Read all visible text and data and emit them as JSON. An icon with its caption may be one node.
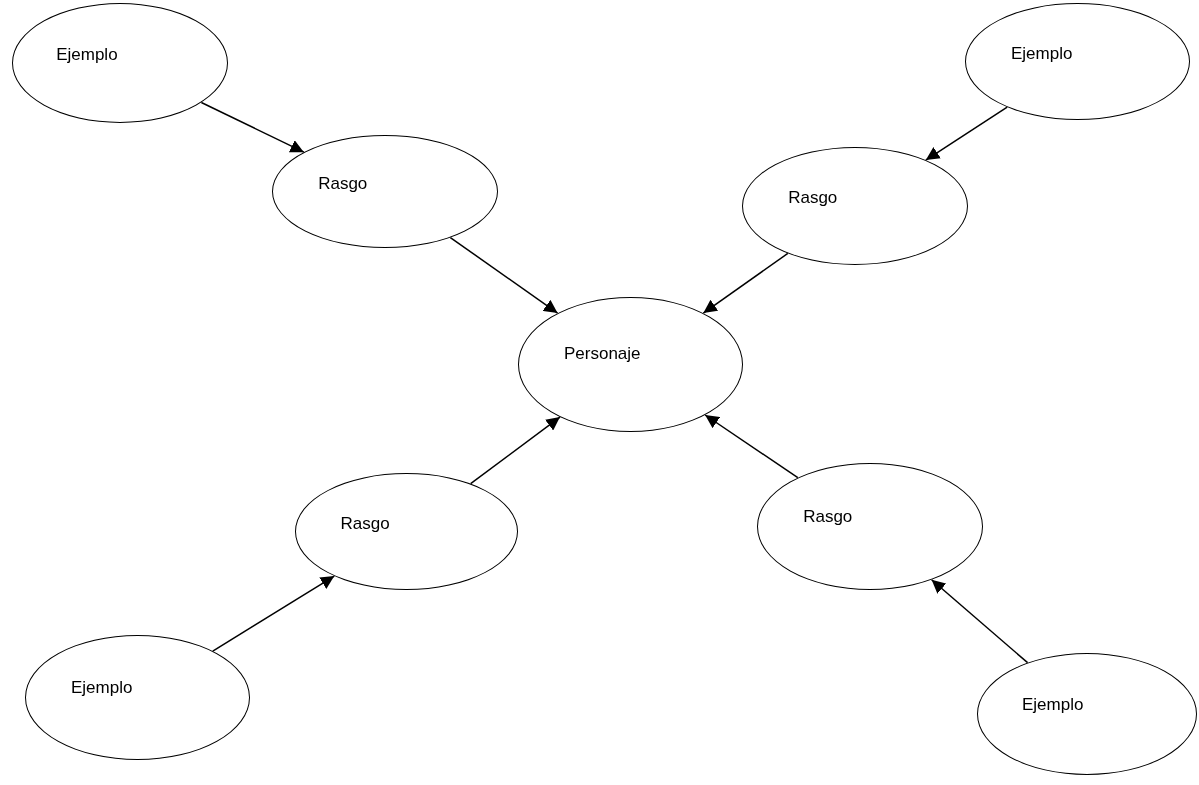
{
  "diagram": {
    "nodes": [
      {
        "text": [
          "Ejemplo"
        ]
      },
      {
        "text": [
          "Ejemplo"
        ]
      },
      {
        "text": [
          "Rasgo"
        ]
      },
      {
        "text": [
          "Rasgo"
        ]
      },
      {
        "text": [
          "Personaje"
        ]
      },
      {
        "text": [
          "Rasgo"
        ]
      },
      {
        "text": [
          "Rasgo"
        ]
      },
      {
        "text": [
          "Ejemplo"
        ]
      },
      {
        "text": [
          "Ejemplo"
        ]
      }
    ],
    "edges": [
      {
        "from": 0,
        "to": 2,
        "arrow": "to"
      },
      {
        "from": 1,
        "to": 3,
        "arrow": "to"
      },
      {
        "from": 2,
        "to": 4,
        "arrow": "to"
      },
      {
        "from": 3,
        "to": 4,
        "arrow": "to"
      },
      {
        "from": 5,
        "to": 4,
        "arrow": "to"
      },
      {
        "from": 6,
        "to": 4,
        "arrow": "to"
      },
      {
        "from": 7,
        "to": 5,
        "arrow": "to"
      },
      {
        "from": 8,
        "to": 6,
        "arrow": "to"
      }
    ]
  }
}
